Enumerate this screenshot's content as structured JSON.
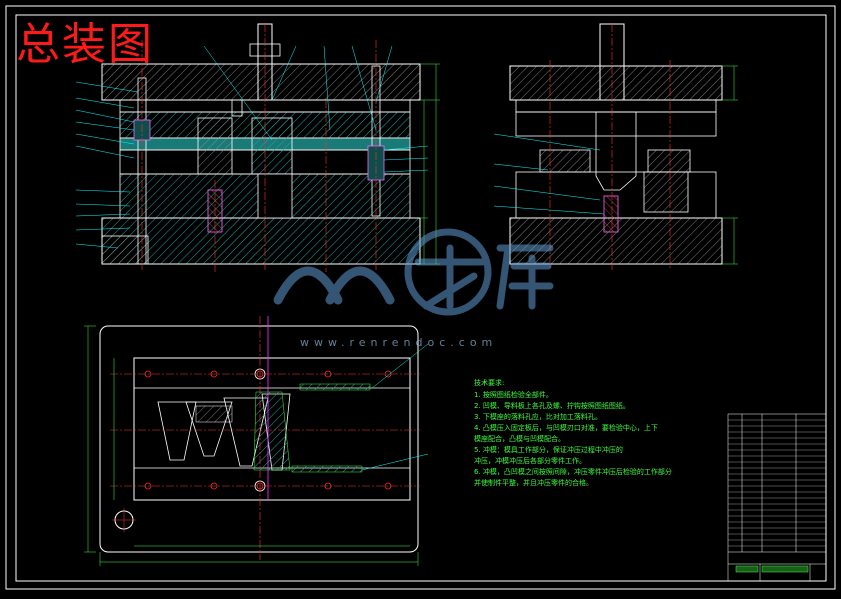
{
  "drawing_title": "总装图",
  "watermark_url": "www.renrendoc.com",
  "technical_requirements": {
    "heading": "技术要求:",
    "items": [
      "1. 按照图纸检验全部件。",
      "2. 凹模、导料板上各孔及螺、拧钩按照图纸图纸。",
      "3. 下模座的落料孔应，比对加工落料孔。",
      "4. 凸模压入固定板后，与凹模刃口对准，要检验中心，上下",
      "模座配合，凸模与凹模配合。",
      "5. 冲模：模具工作部分，保证冲压过程中冲压的",
      "冲压，冲模冲压后各部分零件工作。",
      "6. 冲模，凸凹模之间按照间隙，冲压零件冲压后检验的工作部分",
      "并使制件平整，并且冲压零件的合格。"
    ]
  },
  "colors": {
    "background": "#000000",
    "outline": "#ffffff",
    "title_red": "#ff1a1a",
    "hatch_cyan": "#1fd6c8",
    "centerline_red": "#ff3030",
    "dimension_green": "#3cff3c",
    "leader_cyan": "#00ffff",
    "magenta": "#ff33ff",
    "yellow": "#ffff66",
    "watermark_blue": "#5f9bd1"
  }
}
